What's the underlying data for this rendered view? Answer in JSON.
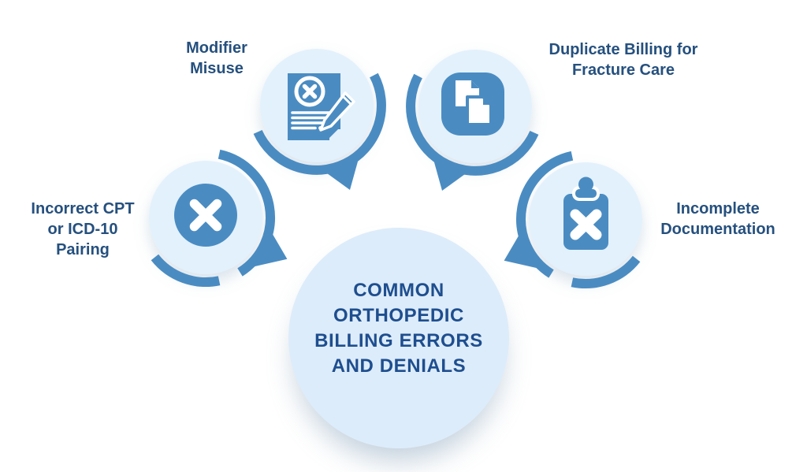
{
  "title_block": {
    "text": "COMMON\nORTHOPEDIC\nBILLING ERRORS\nAND DENIALS"
  },
  "items": [
    {
      "id": "modifier-misuse",
      "label": "Modifier\nMisuse",
      "icon": "document-error-icon"
    },
    {
      "id": "duplicate-billing-for-fracture-care",
      "label": "Duplicate Billing for\nFracture Care",
      "icon": "copy-pages-icon"
    },
    {
      "id": "incorrect-cpt-or-icd-10-pairing",
      "label": "Incorrect CPT\nor ICD-10\nPairing",
      "icon": "x-circle-icon"
    },
    {
      "id": "incomplete-documentation",
      "label": "Incomplete\nDocumentation",
      "icon": "clipboard-x-icon"
    }
  ],
  "colors": {
    "accent": "#4a8cc2",
    "bubble_fill": "#e3f1fc",
    "center_fill": "#ddecfa",
    "title_text": "#1e4e8f",
    "label_text": "#25507e",
    "background": "#ffffff"
  }
}
